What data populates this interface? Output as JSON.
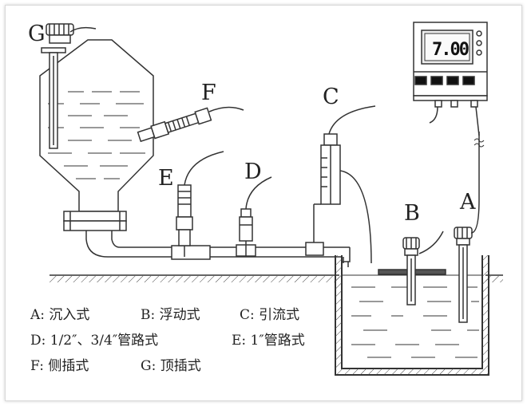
{
  "labels": {
    "a": "A",
    "b": "B",
    "c": "C",
    "d": "D",
    "e": "E",
    "f": "F",
    "g": "G"
  },
  "meter": {
    "reading": "7.00"
  },
  "legend": {
    "line1": {
      "a": "A: 沉入式",
      "b": "B: 浮动式",
      "c": "C: 引流式"
    },
    "line2": {
      "d": "D: 1/2″、3/4″管路式",
      "e": "E: 1″管路式"
    },
    "line3": {
      "f": "F: 侧插式",
      "g": "G: 顶插式"
    }
  }
}
